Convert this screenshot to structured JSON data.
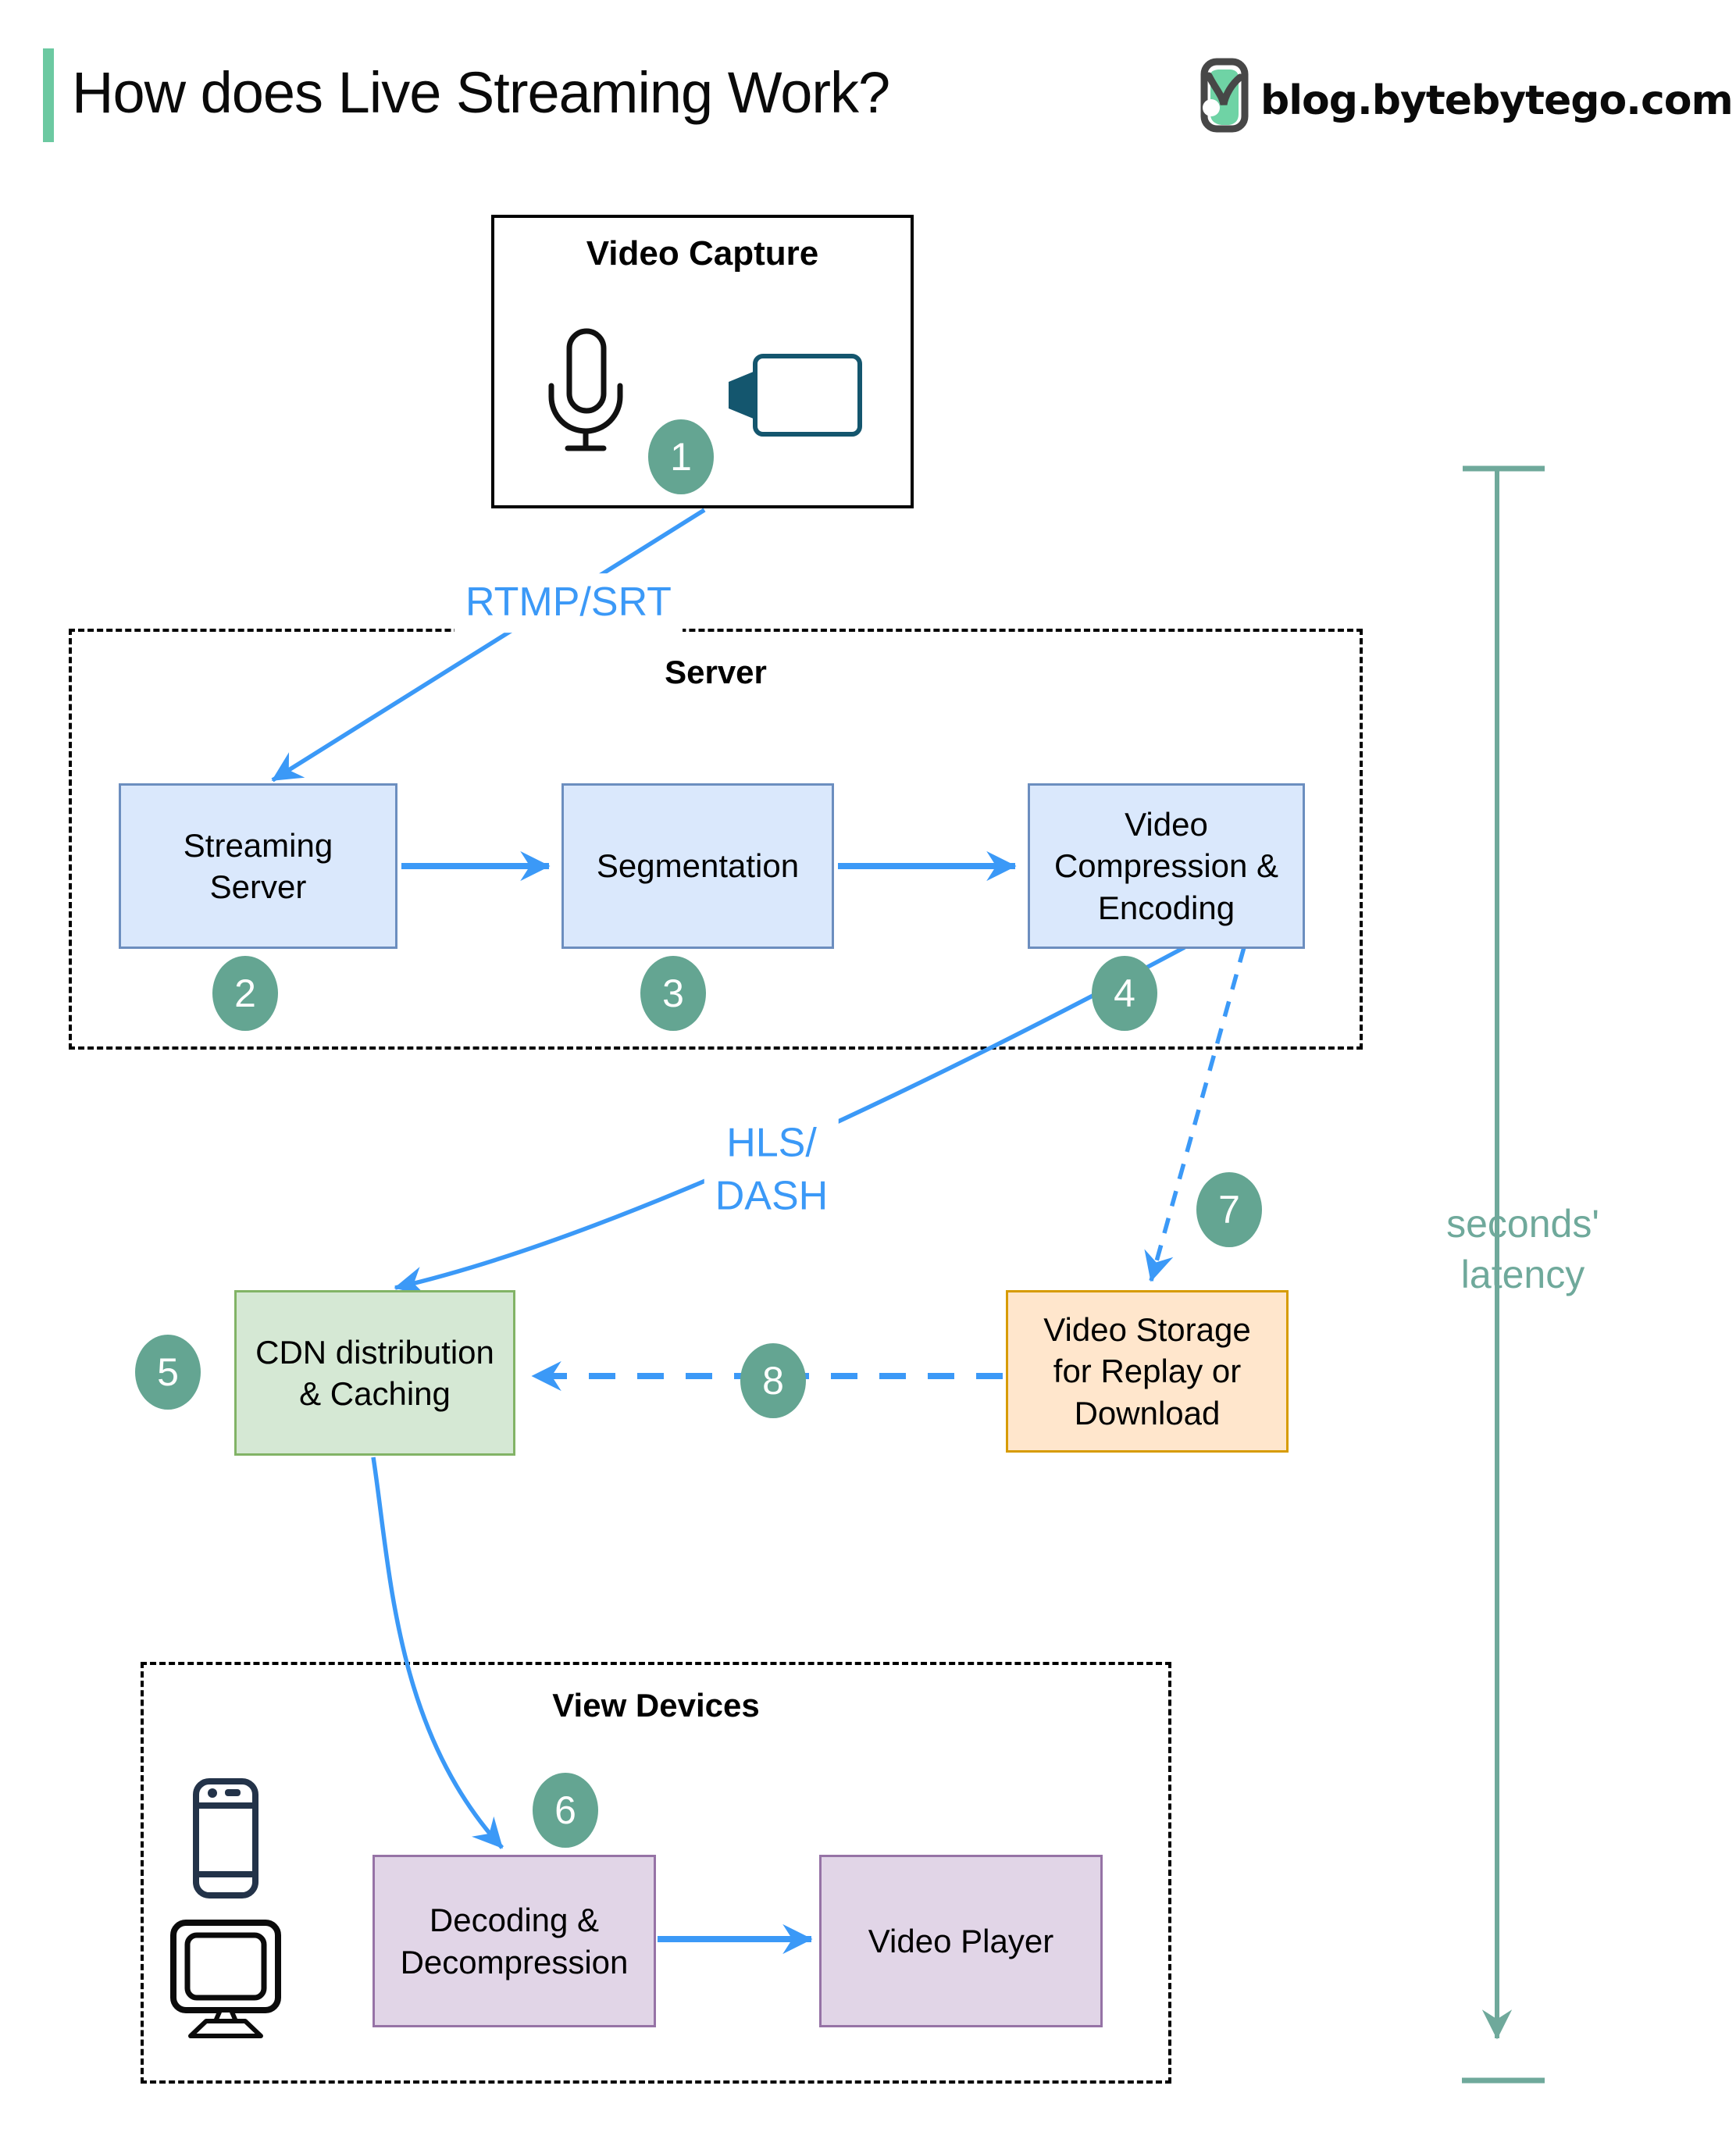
{
  "header": {
    "title": "How does Live Streaming Work?",
    "brand": "blog.bytebytego.com"
  },
  "groups": {
    "capture": {
      "label": "Video Capture"
    },
    "server": {
      "label": "Server"
    },
    "devices": {
      "label": "View Devices"
    }
  },
  "nodes": {
    "streaming_server": {
      "label": "Streaming\nServer"
    },
    "segmentation": {
      "label": "Segmentation"
    },
    "compression": {
      "label": "Video\nCompression &\nEncoding"
    },
    "cdn": {
      "label": "CDN distribution\n& Caching"
    },
    "storage": {
      "label": "Video Storage\nfor Replay or\nDownload"
    },
    "decoding": {
      "label": "Decoding &\nDecompression"
    },
    "player": {
      "label": "Video Player"
    }
  },
  "edges": {
    "rtmp_label": "RTMP/SRT",
    "hls_label": "HLS/\nDASH",
    "latency_label": "seconds' latency"
  },
  "steps": [
    "1",
    "2",
    "3",
    "4",
    "5",
    "6",
    "7",
    "8"
  ],
  "icons": [
    "microphone-icon",
    "video-camera-icon",
    "smartphone-icon",
    "desktop-monitor-icon",
    "bytebytego-logo-icon"
  ],
  "colors": {
    "accent_mint": "#6CC9A1",
    "arrow_blue": "#3B99F7",
    "step_circle_green": "#64A592",
    "latency_teal": "#6FA99B",
    "server_node_fill": "#DAE8FC",
    "server_node_border": "#6C8EBF",
    "cdn_fill": "#D5E8D4",
    "cdn_border": "#82B366",
    "storage_fill": "#FFE6CC",
    "storage_border": "#D79B00",
    "device_node_fill": "#E1D5E7",
    "device_node_border": "#9673A6",
    "camera_icon_teal": "#14566E",
    "phone_icon_navy": "#233349"
  }
}
